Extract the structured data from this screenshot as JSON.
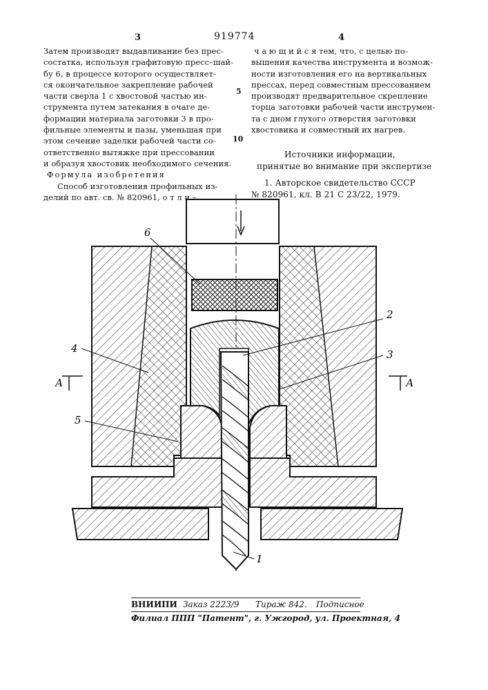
{
  "header": {
    "page_left": "3",
    "patent_number": "919774",
    "page_right": "4"
  },
  "left_column": [
    "Затем производят выдавливание без прес-",
    "состатка, используя графитовую пресс–шай-",
    "бу 6, в процессе которого осуществляет-",
    "ся окончательное закрепление рабочей",
    "части сверла 1 с хвостовой частью ин-",
    "струмента путем затекания в очаге де-",
    "формации материала заготовки 3 в про-",
    "фильные элементы и пазы, уменьшая при",
    "этом сечение заделки рабочей части со-",
    "ответственно вытяжке при прессовании",
    "и образуя хвостовик необходимого сечения."
  ],
  "formula_heading": "Формула изобретения",
  "formula_text": [
    "Способ изготовления профильных из-",
    "делий по авт. св. № 820961, о т л и –"
  ],
  "right_column": [
    "ч а ю щ и й с я  тем, что, с целью по-",
    "вышения качества инструмента и возмож-",
    "ности изготовления его на вертикальных",
    "прессах, перед совместным прессованием",
    "производят предварительное скрепление",
    "торца заготовки рабочей части инструмен-",
    "та с дном глухого отверстия заготовки",
    "хвостовика и совместный их нагрев."
  ],
  "line_numbers": [
    "5",
    "10"
  ],
  "sources": {
    "heading_1": "Источники информации,",
    "heading_2": "принятые во внимание при экспертизе",
    "ref_1": "1. Авторское свидетельство СССР",
    "ref_2": "№ 820961, кл. В 21 С 23/22, 1979."
  },
  "figure": {
    "labels": {
      "six": "6",
      "two": "2",
      "three": "3",
      "four": "4",
      "five": "5",
      "one": "1",
      "section_left": "А",
      "section_right": "А"
    }
  },
  "footer": {
    "org": "ВНИИПИ",
    "order": "Заказ 2223/9",
    "circulation": "Тираж 842.",
    "subscription": "Подписное",
    "branch": "Филиал ППП \"Патент\", г. Ужгород, ул. Проектная, 4"
  }
}
